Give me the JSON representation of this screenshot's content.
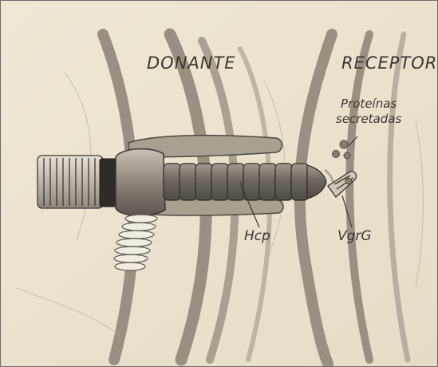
{
  "labels": {
    "donor": "DONANTE",
    "recipient": "RECEPTOR",
    "secreted_proteins_line1": "Proteínas",
    "secreted_proteins_line2": "secretadas",
    "hcp": "Hcp",
    "vgrg": "VgrG"
  },
  "colors": {
    "paper": "#efe8d6",
    "membrane": "#9a9082",
    "ink": "#3b3630",
    "sheath": "#6e6860",
    "baseplate": "#8c857b"
  }
}
